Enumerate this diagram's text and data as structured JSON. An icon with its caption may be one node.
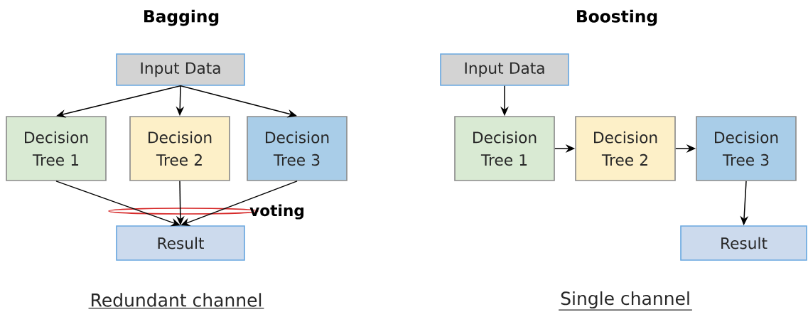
{
  "diagram": {
    "nodes": [
      {
        "text": [
          "Input Data"
        ]
      },
      {
        "text": [
          "Decision Tree 1"
        ]
      },
      {
        "text": [
          "Decision Tree 2"
        ]
      },
      {
        "text": [
          "Decision Tree 3"
        ]
      },
      {
        "text": [
          "Result"
        ]
      },
      {
        "text": [
          "Input Data"
        ]
      },
      {
        "text": [
          "Decision Tree 1"
        ]
      },
      {
        "text": [
          "Decision Tree 2"
        ]
      },
      {
        "text": [
          "Decision Tree 3"
        ]
      },
      {
        "text": [
          "Result"
        ]
      }
    ],
    "edges": [
      {
        "from": 0,
        "to": 1,
        "arrow": "to"
      },
      {
        "from": 0,
        "to": 2,
        "arrow": "to"
      },
      {
        "from": 0,
        "to": 3,
        "arrow": "to"
      },
      {
        "from": 1,
        "to": 4,
        "arrow": "to"
      },
      {
        "from": 2,
        "to": 4,
        "arrow": "to"
      },
      {
        "from": 3,
        "to": 4,
        "arrow": "to"
      },
      {
        "from": 5,
        "to": 6,
        "arrow": "to"
      },
      {
        "from": 6,
        "to": 7,
        "arrow": "to"
      },
      {
        "from": 7,
        "to": 8,
        "arrow": "to"
      },
      {
        "from": 8,
        "to": 9,
        "arrow": "to"
      }
    ],
    "labels": [
      "Bagging",
      "Boosting",
      "voting",
      "Redundant channel",
      "Single channel"
    ]
  }
}
